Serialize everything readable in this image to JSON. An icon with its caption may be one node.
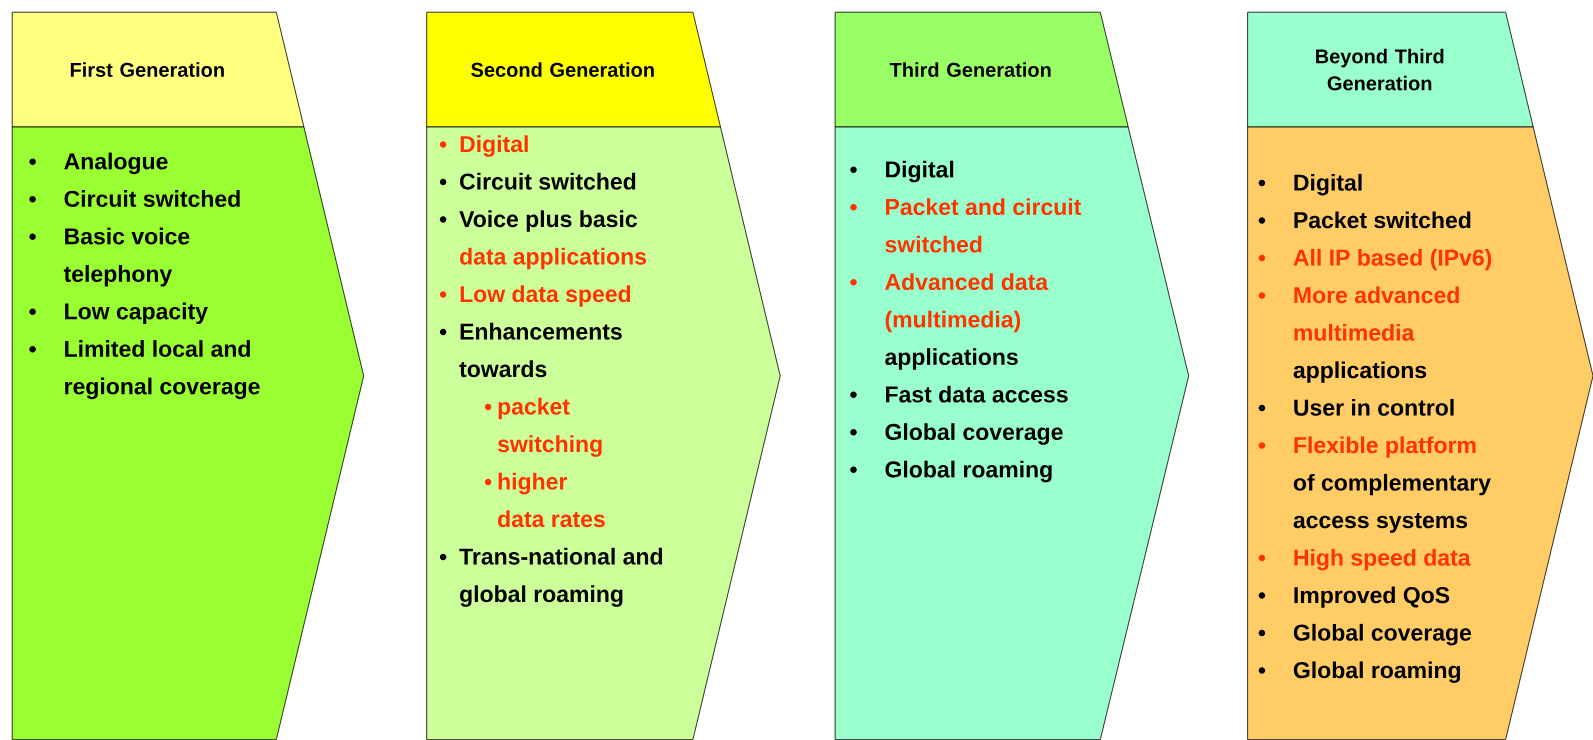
{
  "diagram": {
    "nodes": [
      {
        "text": [
          "First Generation"
        ]
      },
      {
        "text": [
          "Analogue",
          "Circuit switched",
          "Basic voice telephony",
          "Low capacity",
          "Limited local and regional coverage"
        ]
      },
      {
        "text": [
          "Second Generation"
        ]
      },
      {
        "text": [
          "Digital",
          "Circuit switched",
          "Voice plus basic",
          "data applications",
          "Low data speed",
          "Enhancements towards",
          "packet switching",
          "higher data rates",
          "Trans-national and global roaming"
        ]
      },
      {
        "text": [
          "Third Generation"
        ]
      },
      {
        "text": [
          "Digital",
          "Packet and circuit switched",
          "Advanced data (multimedia)",
          "applications",
          "Fast data access",
          "Global coverage",
          "Global roaming"
        ]
      },
      {
        "text": [
          "Beyond Third Generation"
        ]
      },
      {
        "text": [
          "Digital",
          "Packet switched",
          "All IP based (IPv6)",
          "More advanced multimedia",
          "applications",
          "User in control",
          "Flexible platform",
          "of complementary access systems",
          "High speed data",
          "Improved QoS",
          "Global coverage",
          "Global roaming"
        ]
      }
    ]
  }
}
